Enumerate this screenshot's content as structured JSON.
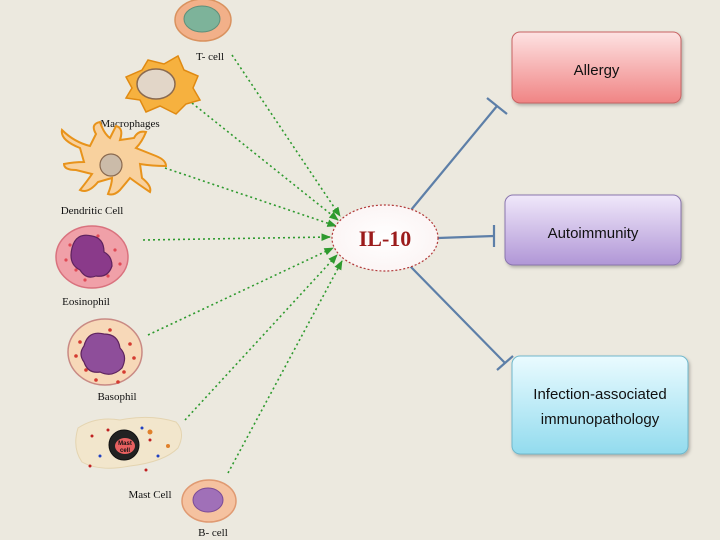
{
  "center": {
    "label": "IL-10"
  },
  "cells": [
    {
      "id": "t-cell",
      "label": "T- cell"
    },
    {
      "id": "macrophage",
      "label": "Macrophages"
    },
    {
      "id": "dendritic",
      "label": "Dendritic Cell"
    },
    {
      "id": "eosinophil",
      "label": "Eosinophil"
    },
    {
      "id": "basophil",
      "label": "Basophil"
    },
    {
      "id": "mast",
      "label": "Mast Cell",
      "inner_label_1": "Mast",
      "inner_label_2": "cell"
    },
    {
      "id": "b-cell",
      "label": "B- cell"
    }
  ],
  "outcomes": [
    {
      "id": "allergy",
      "lines": [
        "Allergy"
      ],
      "color": "#F08A8A"
    },
    {
      "id": "autoimmunity",
      "lines": [
        "Autoimmunity"
      ],
      "color": "#B49AD8"
    },
    {
      "id": "infection",
      "lines": [
        "Infection-associated",
        "immunopathology"
      ],
      "color": "#9EDFF0"
    }
  ],
  "colors": {
    "background": "#ECE9DF",
    "center_text": "#9B1B1B",
    "center_border": "#B23A3A",
    "arrow_in": "#2E9A2E",
    "inhibit": "#5D7FA8"
  }
}
